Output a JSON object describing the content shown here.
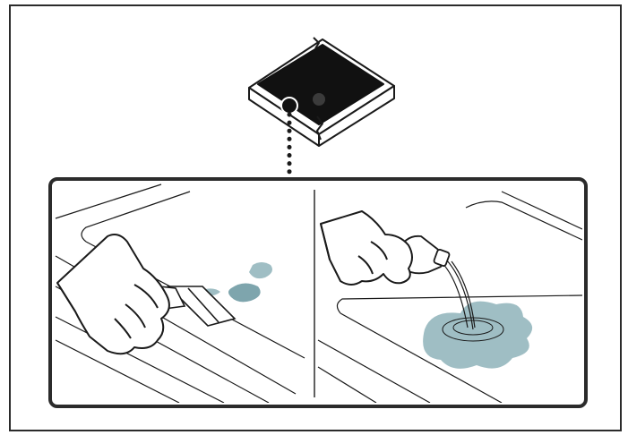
{
  "figure": {
    "kind": "instruction-illustration",
    "panels": [
      {
        "id": "scrape",
        "action": "scraper-on-cooktop",
        "icon": "scraper-hand-icon"
      },
      {
        "id": "pour",
        "action": "pour-cleaner-on-cooktop",
        "icon": "pour-bottle-hand-icon"
      }
    ],
    "overview_icon": "cooktop-icon",
    "colors": {
      "line": "#1a1a1a",
      "frame": "#2b2b2b",
      "liquid": "#9fbec4",
      "liquid_dark": "#7ea5ad",
      "burner": "#111111",
      "background": "#ffffff"
    }
  }
}
